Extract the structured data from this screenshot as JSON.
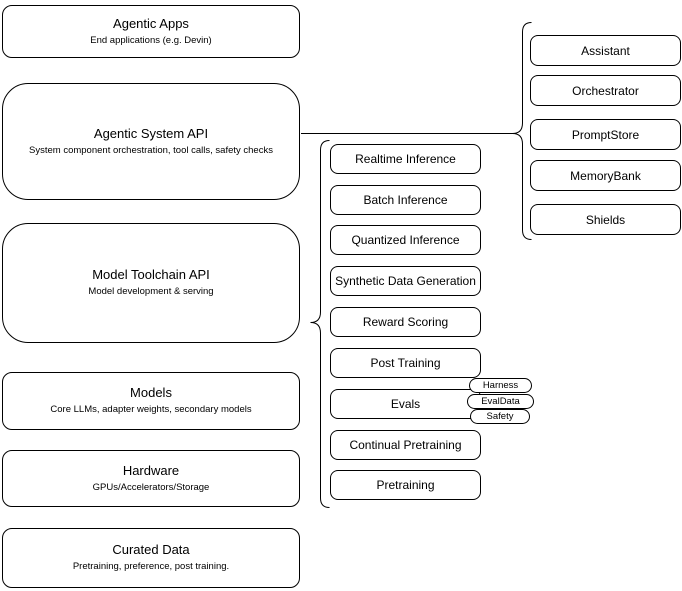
{
  "diagram": {
    "layers": [
      {
        "title": "Agentic Apps",
        "subtitle": "End applications (e.g. Devin)"
      },
      {
        "title": "Agentic System API",
        "subtitle": "System component orchestration, tool calls, safety checks"
      },
      {
        "title": "Model Toolchain API",
        "subtitle": "Model development & serving"
      },
      {
        "title": "Models",
        "subtitle": "Core LLMs, adapter weights, secondary models"
      },
      {
        "title": "Hardware",
        "subtitle": "GPUs/Accelerators/Storage"
      },
      {
        "title": "Curated Data",
        "subtitle": "Pretraining, preference, post training."
      }
    ],
    "toolchain_api_items": [
      "Realtime Inference",
      "Batch Inference",
      "Quantized Inference",
      "Synthetic Data Generation",
      "Reward Scoring",
      "Post Training",
      "Evals",
      "Continual Pretraining",
      "Pretraining"
    ],
    "evals_tags": [
      "Harness",
      "EvalData",
      "Safety"
    ],
    "system_api_items": [
      "Assistant",
      "Orchestrator",
      "PromptStore",
      "MemoryBank",
      "Shields"
    ],
    "colors": {
      "stroke": "#000000",
      "background": "#ffffff"
    }
  }
}
